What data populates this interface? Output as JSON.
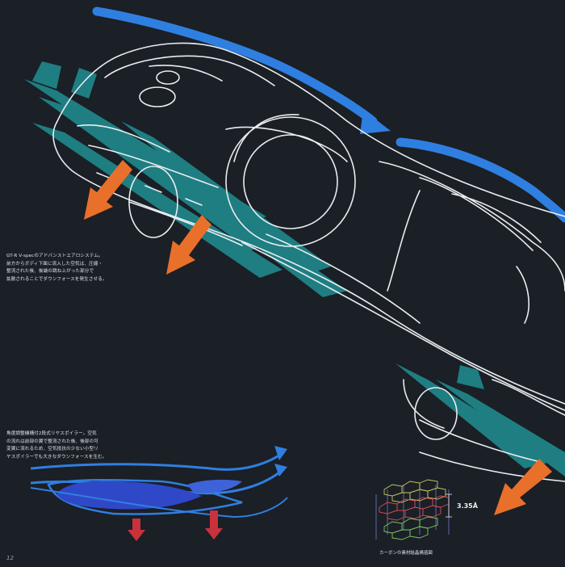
{
  "captions": {
    "main": "GT-R V-specのアドバンストエアロシステム。\n前方からボディ下面に流入した空気は、圧縮・\n整流された後、後端の跳ね上がった部分で\n拡散されることでダウンフォースを発生させる。",
    "spoiler": "角度調整機構付2段式リヤスポイラー。空気\nの流れは前部の翼で整流された後、後部の可\n変翼に流れるため、空気抵抗の少ない小型リ\nヤスポイラーでも大きなダウンフォースを生む。",
    "carbon": "カーボンの素材結晶構造図"
  },
  "carbon_diagram": {
    "spacing_label": "3.35Å"
  },
  "page_number": "12",
  "colors": {
    "background": "#1b1f26",
    "airflow_top": "#2f7fe0",
    "airflow_under": "#1f8f92",
    "downforce_arrow": "#e8702a",
    "spoiler_force_arrow": "#c8323c",
    "line_art": "#e9edf1"
  }
}
